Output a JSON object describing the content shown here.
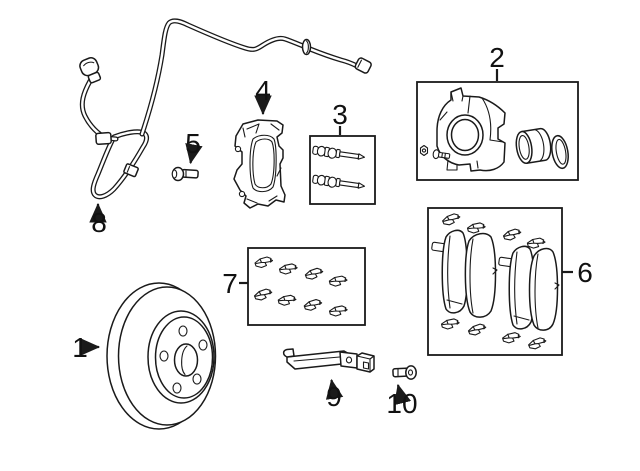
{
  "colors": {
    "background": "#ffffff",
    "line": "#1a1a1a",
    "text": "#111111"
  },
  "callouts": [
    {
      "label": "1"
    },
    {
      "label": "2"
    },
    {
      "label": "3"
    },
    {
      "label": "4"
    },
    {
      "label": "5"
    },
    {
      "label": "6"
    },
    {
      "label": "7"
    },
    {
      "label": "8"
    },
    {
      "label": "9"
    },
    {
      "label": "10"
    }
  ]
}
